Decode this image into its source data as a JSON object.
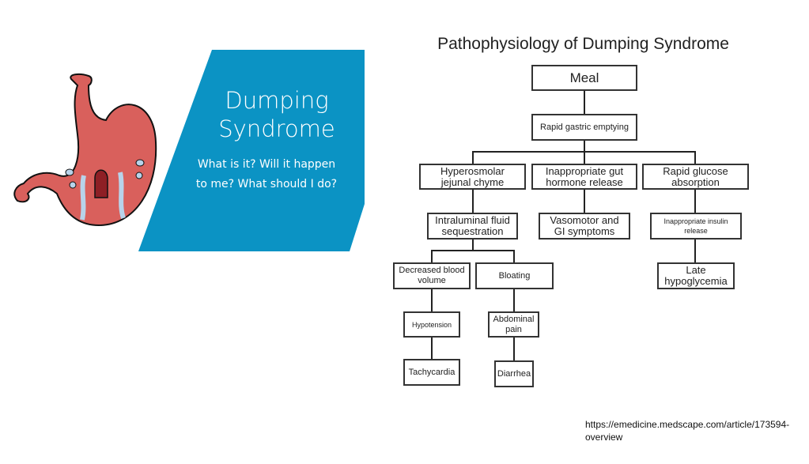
{
  "banner": {
    "title_line1": "Dumping",
    "title_line2": "Syndrome",
    "subtitle_line1": "What is it? Will it happen",
    "subtitle_line2": "to me? What should I do?",
    "color": "#0b93c4"
  },
  "diagram": {
    "title": "Pathophysiology of Dumping Syndrome",
    "nodes": {
      "meal": "Meal",
      "rapid_gastric": "Rapid gastric emptying",
      "hyperosmolar": "Hyperosmolar jejunal chyme",
      "gut_hormone": "Inappropriate gut hormone release",
      "rapid_glucose": "Rapid glucose absorption",
      "intraluminal": "Intraluminal fluid sequestration",
      "vasomotor": "Vasomotor and GI symptoms",
      "insulin": "Inappropriate insulin release",
      "decreased_blood": "Decreased blood volume",
      "bloating": "Bloating",
      "late_hypo": "Late hypoglycemia",
      "hypotension": "Hypotension",
      "abdominal_pain": "Abdominal pain",
      "tachycardia": "Tachycardia",
      "diarrhea": "Diarrhea"
    }
  },
  "source": "https://emedicine.medscape.com/article/173594-overview"
}
